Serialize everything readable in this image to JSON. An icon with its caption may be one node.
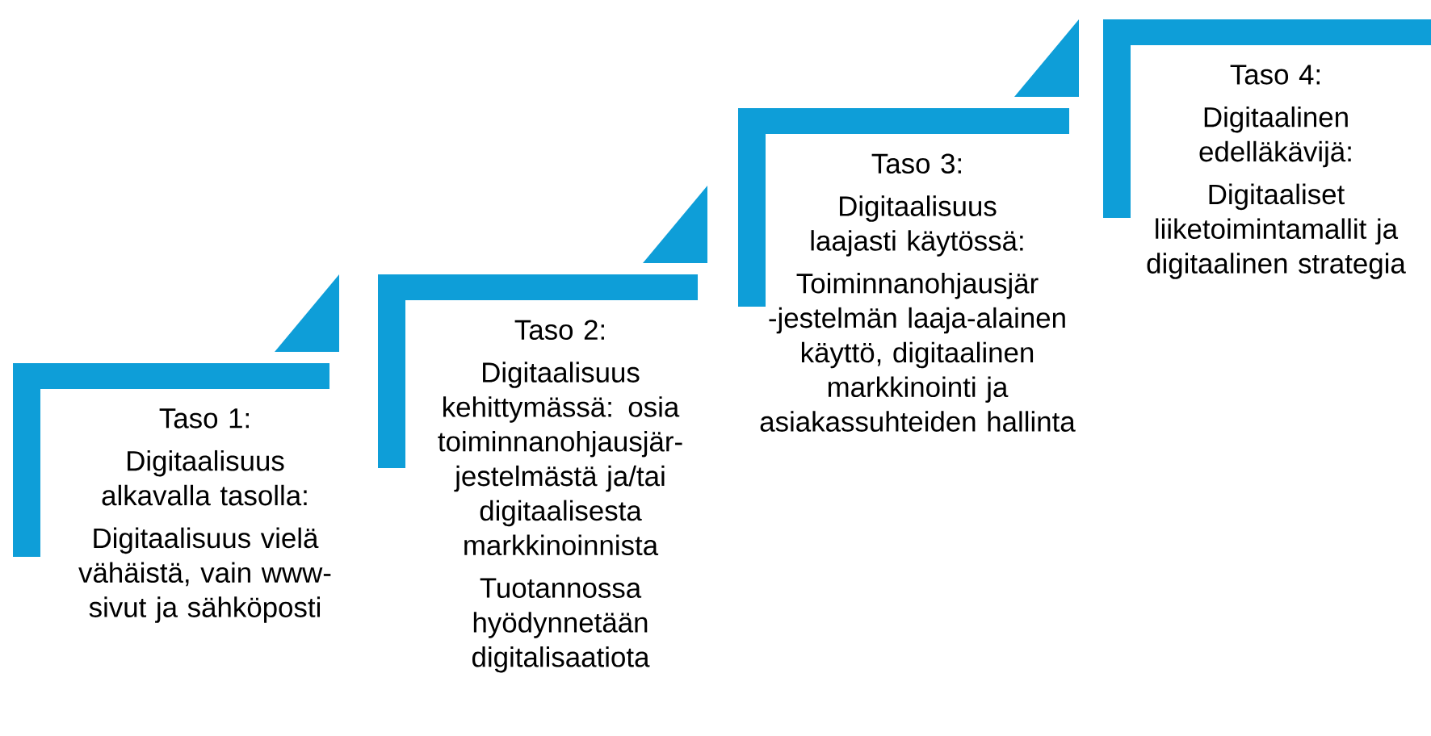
{
  "diagram": {
    "nodes": [
      {
        "text": [
          "Taso 1:",
          "Digitaalisuus alkavalla tasolla:",
          "Digitaalisuus vielä vähäistä, vain www-sivut ja sähköposti"
        ]
      },
      {
        "text": [
          "Taso 2:",
          "Digitaalisuus kehittymässä: osia toiminnanohjausjär-jestelmästä ja/tai digitaalisesta markkinoinnista",
          "Tuotannossa hyödynnetään digitalisaatiota"
        ]
      },
      {
        "text": [
          "Taso 3:",
          "Digitaalisuus laajasti käytössä:",
          "Toiminnanohjausjär -jestelmän laaja-alainen käyttö, digitaalinen markkinointi ja asiakassuhteiden hallinta"
        ]
      },
      {
        "text": [
          "Taso 4:",
          "Digitaalinen edelläkävijä:",
          "Digitaaliset liiketoimintamallit ja digitaalinen strategia"
        ]
      }
    ]
  }
}
